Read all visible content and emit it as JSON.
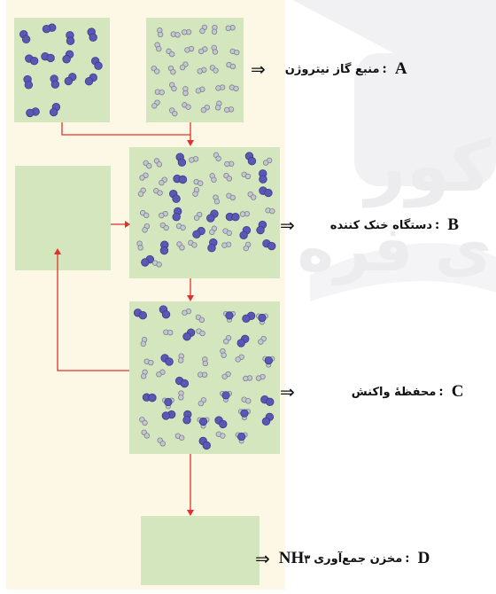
{
  "stages": [
    {
      "letter": "A",
      "label": "منبع گاز نیتروژن"
    },
    {
      "letter": "B",
      "label": "دستگاه خنک کننده"
    },
    {
      "letter": "C",
      "label": "محفظهٔ واکنش"
    },
    {
      "letter": "D",
      "label": "مخزن جمع‌آوری",
      "formula_main": "NH",
      "formula_sub": "۳"
    }
  ],
  "separator": ":",
  "pointer_symbol": "⇒",
  "watermark_lines": [
    "کور",
    "ی فره"
  ],
  "colors": {
    "panel": "#fdf8e5",
    "box": "#d4e6bd",
    "flow_arrow": "#e0322a",
    "nitrogen": "#5a58b4",
    "hydrogen": "#c4c7d0"
  }
}
